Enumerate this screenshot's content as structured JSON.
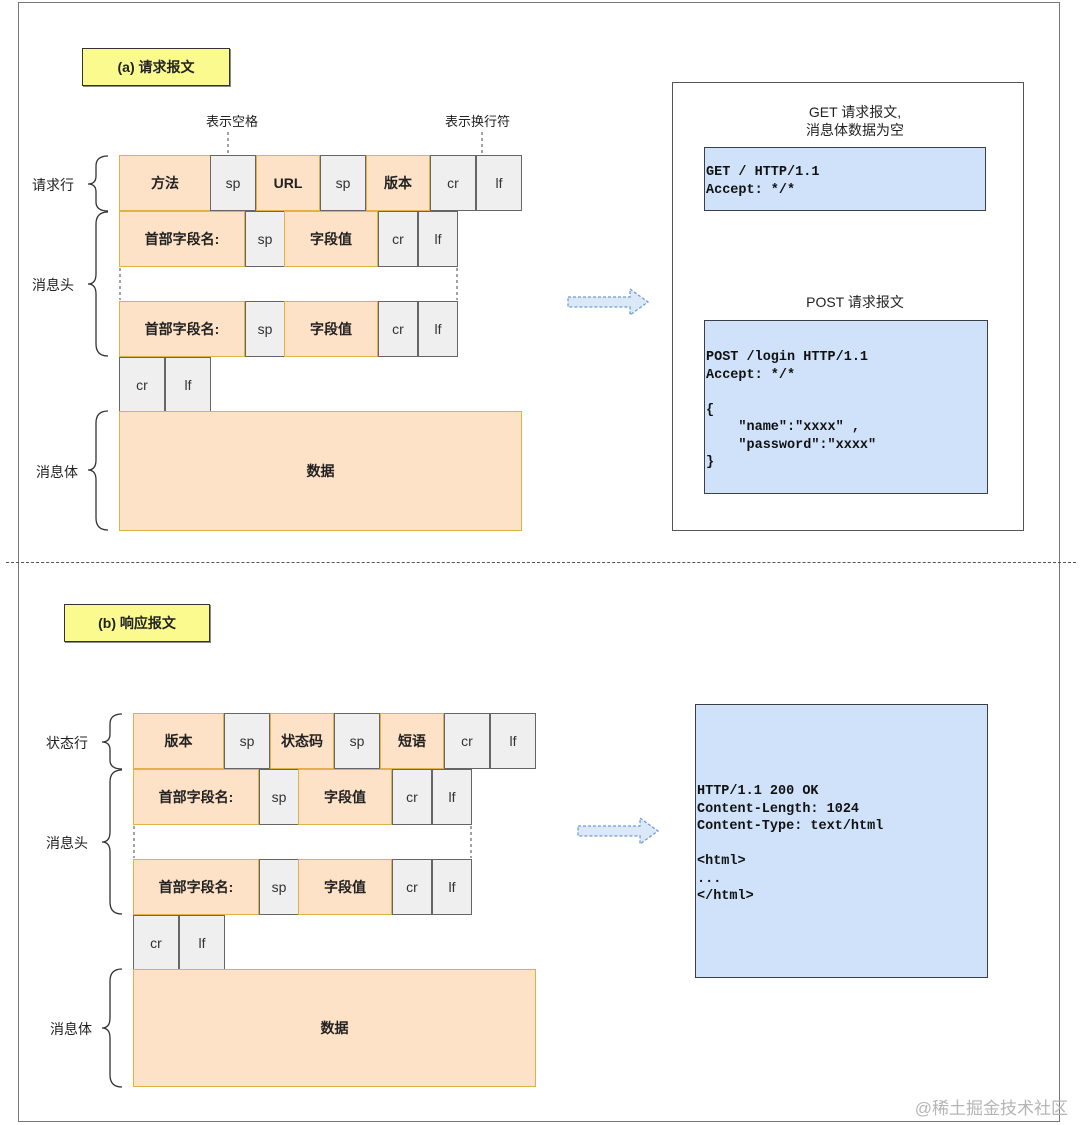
{
  "request": {
    "title": "(a)  请求报文",
    "annot_space": "表示空格",
    "annot_newline": "表示换行符",
    "labels": {
      "request_line": "请求行",
      "headers": "消息头",
      "body": "消息体"
    },
    "request_line": [
      "方法",
      "sp",
      "URL",
      "sp",
      "版本",
      "cr",
      "lf"
    ],
    "header_line": [
      "首部字段名:",
      "sp",
      "字段值",
      "cr",
      "lf"
    ],
    "blank_line": [
      "cr",
      "lf"
    ],
    "body": "数据",
    "get_caption": "GET 请求报文,\n消息体数据为空",
    "get_code": "GET / HTTP/1.1\nAccept: */*",
    "post_caption": "POST 请求报文",
    "post_code": "POST /login HTTP/1.1\nAccept: */*\n\n{\n    \"name\":\"xxxx\" ,\n    \"password\":\"xxxx\"\n}"
  },
  "response": {
    "title": "(b)  响应报文",
    "labels": {
      "status_line": "状态行",
      "headers": "消息头",
      "body": "消息体"
    },
    "status_line": [
      "版本",
      "sp",
      "状态码",
      "sp",
      "短语",
      "cr",
      "lf"
    ],
    "header_line": [
      "首部字段名:",
      "sp",
      "字段值",
      "cr",
      "lf"
    ],
    "blank_line": [
      "cr",
      "lf"
    ],
    "body": "数据",
    "example_code": "HTTP/1.1 200 OK\nContent-Length: 1024\nContent-Type: text/html\n\n<html>\n...\n</html>"
  },
  "watermark": "@稀土掘金技术社区",
  "colors": {
    "field_fill": "#fde2c7",
    "field_border": "#e0b04a",
    "control_fill": "#efefef",
    "code_fill": "#cfe2fa",
    "label_fill": "#fafa8e",
    "arrow_fill": "#dbe8f8",
    "arrow_stroke": "#6f9bd4"
  }
}
